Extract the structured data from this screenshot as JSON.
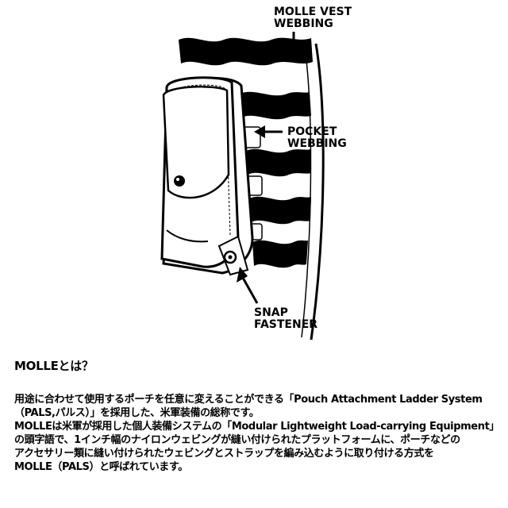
{
  "diagram": {
    "labels": {
      "vest_webbing_line1": "MOLLE VEST",
      "vest_webbing_line2": "WEBBING",
      "pocket_webbing_line1": "POCKET",
      "pocket_webbing_line2": "WEBBING",
      "snap_fastener_line1": "SNAP",
      "snap_fastener_line2": "FASTENER"
    }
  },
  "description": {
    "heading": "MOLLEとは？",
    "lines": [
      "用途に合わせて使用するポーチを任意に変えることができる「Pouch Attachment Ladder System",
      "（PALS,パルス）」を採用した、米軍装備の総称です。",
      "MOLLEは米軍が採用した個人装備システムの「Modular Lightweight Load-carrying Equipment」",
      "の頭字語で、1インチ幅のナイロンウェビングが縫い付けられたプラットフォームに、ポーチなどの",
      "アクセサリー類に縫い付けられたウェビングとストラップを編み込むように取り付ける方式を",
      "MOLLE（PALS）と呼ばれています。"
    ]
  }
}
